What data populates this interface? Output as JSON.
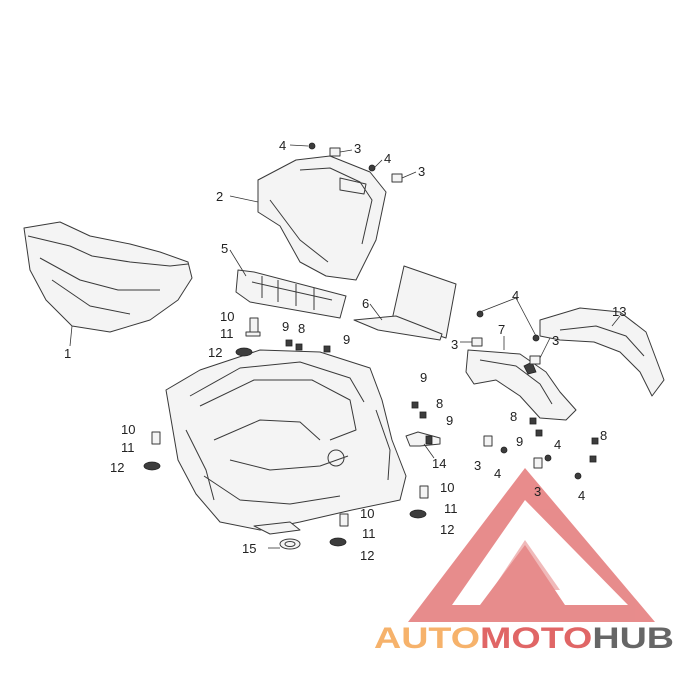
{
  "callouts": {
    "n1": "1",
    "n2": "2",
    "n3a": "3",
    "n3b": "3",
    "n3c": "3",
    "n3d": "3",
    "n3e": "3",
    "n3f": "3",
    "n4a": "4",
    "n4b": "4",
    "n4c": "4",
    "n4d": "4",
    "n4e": "4",
    "n4f": "4",
    "n5": "5",
    "n6": "6",
    "n7": "7",
    "n8a": "8",
    "n8b": "8",
    "n8c": "8",
    "n8d": "8",
    "n9a": "9",
    "n9b": "9",
    "n9c": "9",
    "n9d": "9",
    "n9e": "9",
    "n10a": "10",
    "n10b": "10",
    "n10c": "10",
    "n10d": "10",
    "n11a": "11",
    "n11b": "11",
    "n11c": "11",
    "n11d": "11",
    "n12a": "12",
    "n12b": "12",
    "n12c": "12",
    "n12d": "12",
    "n13": "13",
    "n14": "14",
    "n15": "15"
  },
  "watermark": {
    "auto": "AUTO",
    "moto": "MOTO",
    "hub": "HUB",
    "colors": {
      "auto": "#f6b26b",
      "moto": "#e06666",
      "hub": "#666666",
      "triangle": "#e06666"
    }
  }
}
